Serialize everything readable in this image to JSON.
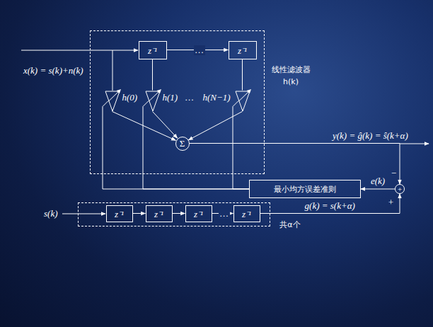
{
  "diagram": {
    "nodes": [
      {
        "text": [
          "线性滤波器 h(k)"
        ]
      },
      {
        "text": [
          "z⁻¹"
        ],
        "in": 0
      },
      {
        "text": [
          "z⁻¹"
        ],
        "in": 0
      },
      {
        "text": [
          "h(0)"
        ],
        "in": 0
      },
      {
        "text": [
          "h(1)"
        ],
        "in": 0
      },
      {
        "text": [
          "h(N−1)"
        ],
        "in": 0
      },
      {
        "text": [
          "Σ"
        ],
        "in": 0
      },
      {
        "text": [
          "最小均方误差准则"
        ]
      },
      {
        "text": [
          "+"
        ]
      },
      {
        "text": [
          "共α个"
        ]
      },
      {
        "text": [
          "z⁻¹"
        ],
        "in": 9
      },
      {
        "text": [
          "z⁻¹"
        ],
        "in": 9
      },
      {
        "text": [
          "z⁻¹"
        ],
        "in": 9
      },
      {
        "text": [
          "z⁻¹"
        ],
        "in": 9
      }
    ],
    "edges": [
      {
        "from": 1,
        "to": 2,
        "arrow": "to"
      },
      {
        "from": 1,
        "to": 4,
        "arrow": "none"
      },
      {
        "from": 2,
        "to": 5,
        "arrow": "none"
      },
      {
        "from": 3,
        "to": 6,
        "arrow": "to"
      },
      {
        "from": 4,
        "to": 6,
        "arrow": "to"
      },
      {
        "from": 5,
        "to": 6,
        "arrow": "to"
      },
      {
        "from": 6,
        "to": 8,
        "arrow": "to"
      },
      {
        "from": 8,
        "to": 7,
        "arrow": "to",
        "label": "e(k)"
      },
      {
        "from": 7,
        "to": 3,
        "arrow": "none"
      },
      {
        "from": 7,
        "to": 4,
        "arrow": "none"
      },
      {
        "from": 7,
        "to": 5,
        "arrow": "none"
      },
      {
        "from": 10,
        "to": 11,
        "arrow": "to"
      },
      {
        "from": 11,
        "to": 12,
        "arrow": "to"
      },
      {
        "from": 12,
        "to": 13,
        "arrow": "to"
      },
      {
        "from": 13,
        "to": 8,
        "arrow": "to",
        "label": "g(k) = s(k+α)"
      }
    ],
    "labels": [
      "x(k) = s(k)+n(k)",
      "…",
      "…",
      "y(k) = ĝ(k) = ŝ(k+α)",
      "−",
      "+",
      "s(k)",
      "…"
    ]
  }
}
